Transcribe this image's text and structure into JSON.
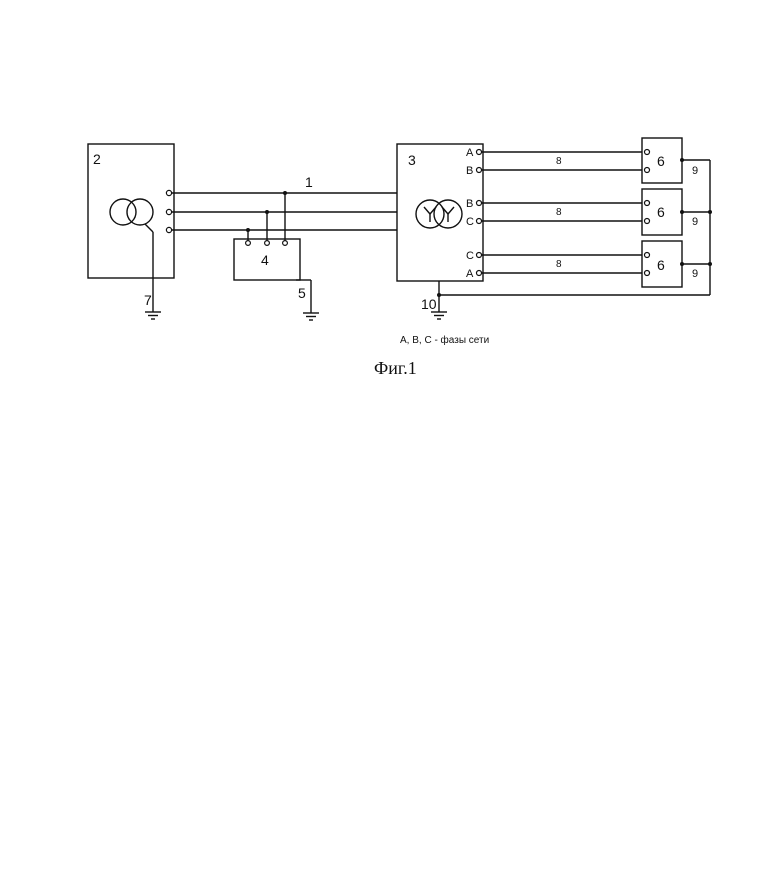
{
  "labels": {
    "line": "1",
    "source_transformer": "2",
    "load_transformer": "3",
    "device": "4",
    "device_ground": "5",
    "unit": "6",
    "source_ground": "7",
    "phase_link": "8",
    "return_link": "9",
    "load_ground": "10"
  },
  "terminals": {
    "group1": [
      "A",
      "B"
    ],
    "group2": [
      "B",
      "C"
    ],
    "group3": [
      "C",
      "A"
    ]
  },
  "note": "А, В, С - фазы сети",
  "caption": "Фиг.1"
}
